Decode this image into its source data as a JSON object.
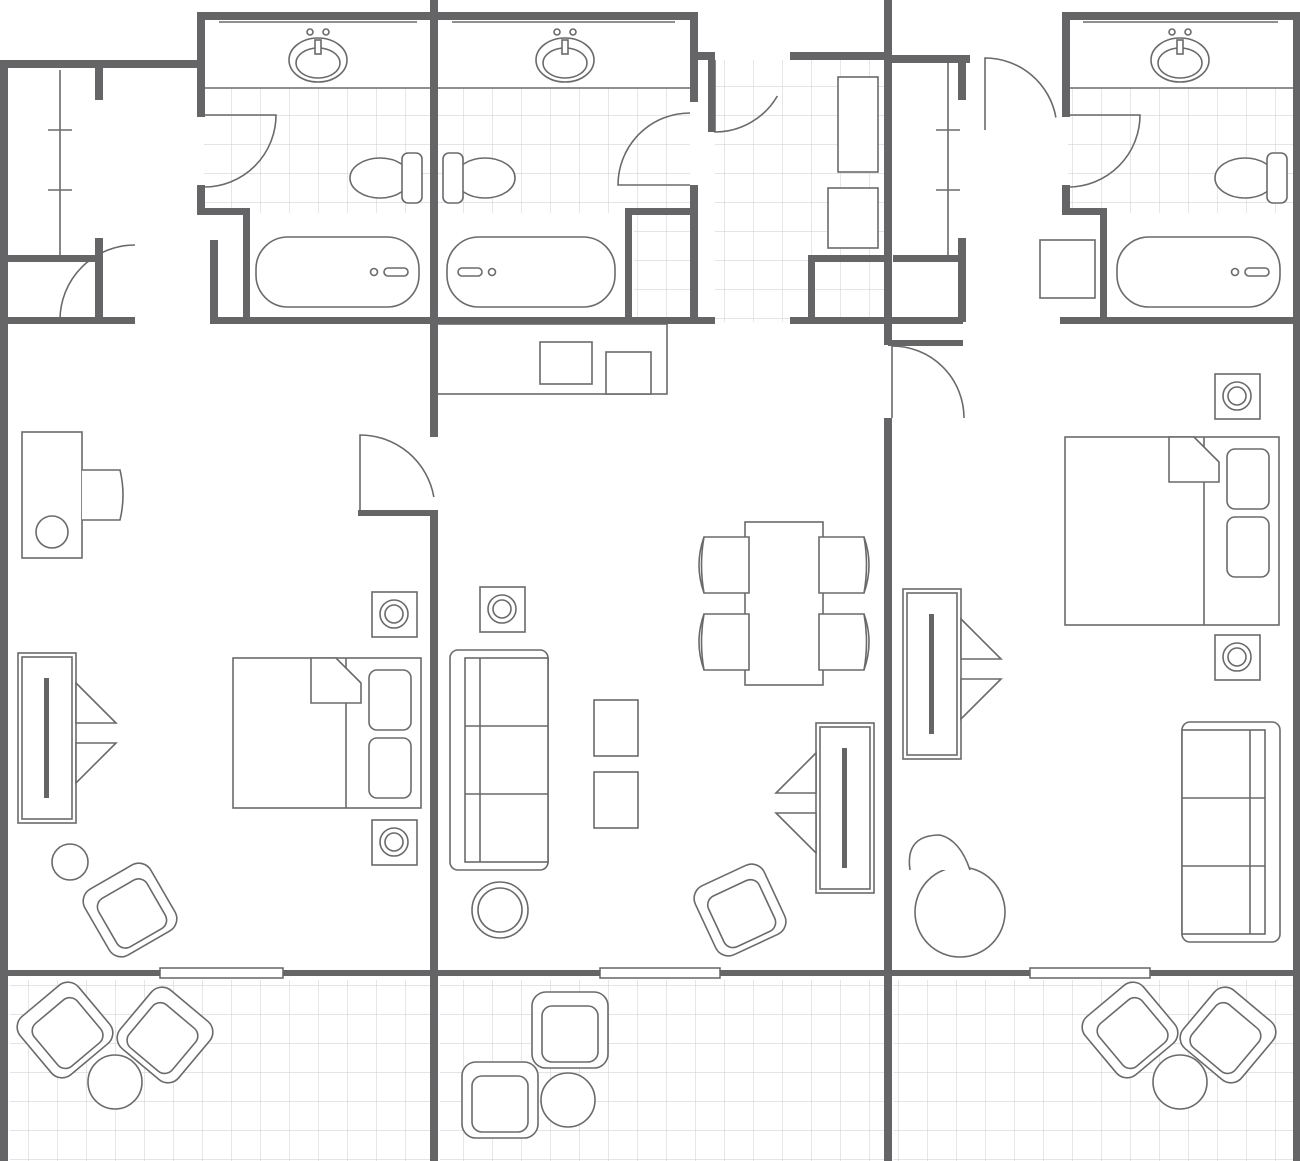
{
  "plan": {
    "colors": {
      "wall": "#656567",
      "fixture_stroke": "#6a6a6c",
      "tile_grid": "#d4d4d6",
      "background": "#ffffff"
    },
    "units": [
      {
        "id": "left-suite",
        "fixtures": [
          "closet",
          "bathroom",
          "desk",
          "tv-console",
          "bed",
          "nightstand",
          "armchair",
          "balcony"
        ]
      },
      {
        "id": "center-suite",
        "fixtures": [
          "bathroom",
          "kitchenette",
          "sofa",
          "coffee-table",
          "dining-table",
          "tv-console",
          "armchair",
          "balcony"
        ]
      },
      {
        "id": "right-suite",
        "fixtures": [
          "closet",
          "bathroom",
          "bed",
          "nightstand",
          "tv-console",
          "sofa",
          "round-table",
          "balcony"
        ]
      }
    ]
  }
}
